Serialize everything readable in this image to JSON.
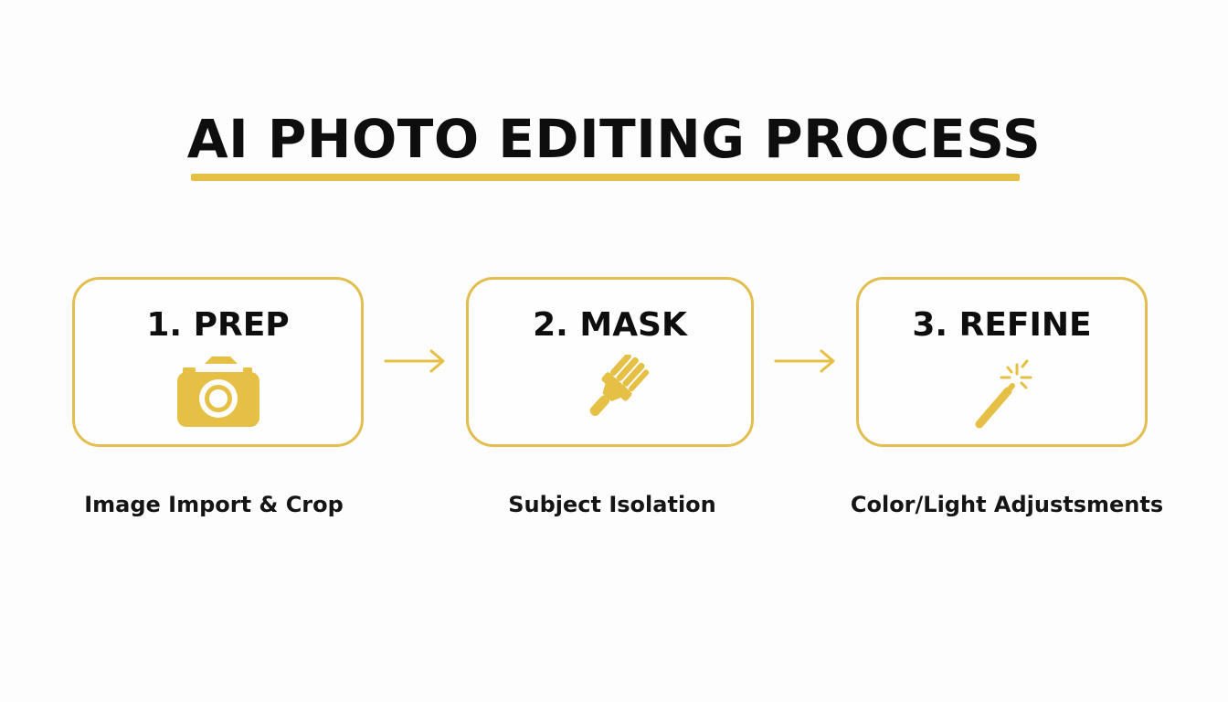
{
  "title": "AI PHOTO EDITING PROCESS",
  "accent_color": "#e6bf45",
  "steps": [
    {
      "label": "1. PREP",
      "icon": "camera-icon",
      "caption": "Image Import & Crop"
    },
    {
      "label": "2. MASK",
      "icon": "paintbrush-icon",
      "caption": "Subject Isolation"
    },
    {
      "label": "3. REFINE",
      "icon": "magic-wand-icon",
      "caption": "Color/Light Adjustsments"
    }
  ],
  "connectors": [
    "arrow-right-icon",
    "arrow-right-icon"
  ]
}
